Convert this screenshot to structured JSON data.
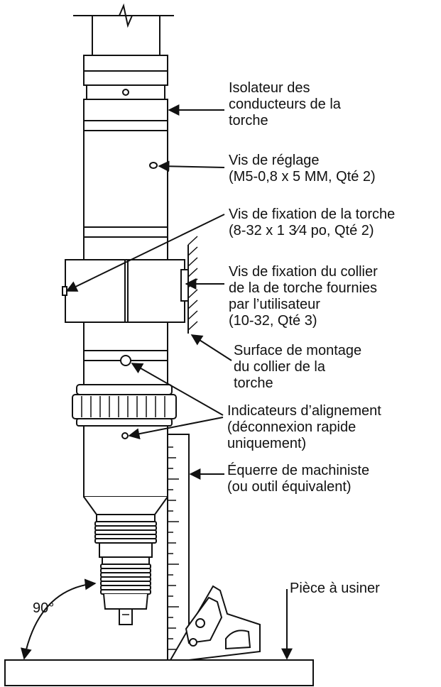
{
  "labels": {
    "torch_lead_insulator": [
      "Isolateur des",
      "conducteurs de la",
      "torche"
    ],
    "set_screw": [
      "Vis de réglage",
      "(M5-0,8 x 5 MM, Qté 2)"
    ],
    "torch_mount_screw": [
      "Vis de fixation de la torche",
      "(8-32 x 1 3⁄4 po, Qté 2)"
    ],
    "collar_mount_screws": [
      "Vis de fixation du collier",
      "de la de torche fournies",
      "par l’utilisateur",
      "(10-32, Qté 3)"
    ],
    "collar_mount_surface": [
      "Surface de montage",
      "du collier de la",
      "torche"
    ],
    "alignment_indicators": [
      "Indicateurs d’alignement",
      "(déconnexion rapide",
      "uniquement)"
    ],
    "machinist_square": [
      "Équerre de machiniste",
      "(ou outil équivalent)"
    ],
    "workpiece": "Pièce à usiner",
    "angle": "90°"
  }
}
